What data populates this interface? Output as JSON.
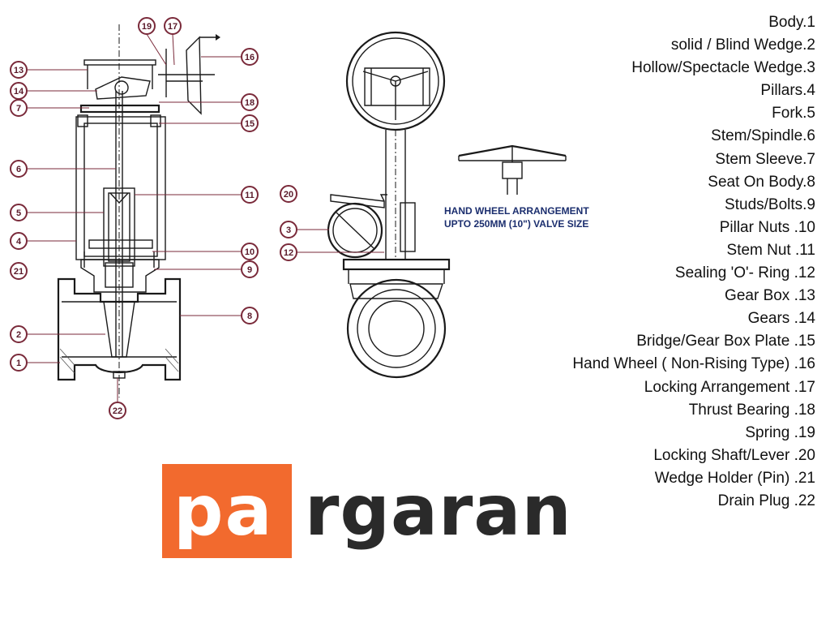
{
  "parts": [
    "Body.1",
    "solid / Blind Wedge.2",
    "Hollow/Spectacle Wedge.3",
    "Pillars.4",
    "Fork.5",
    "Stem/Spindle.6",
    "Stem Sleeve.7",
    "Seat On Body.8",
    "Studs/Bolts.9",
    "Pillar Nuts .10",
    "Stem Nut .11",
    "Sealing 'O'- Ring .12",
    "Gear Box .13",
    "Gears .14",
    "Bridge/Gear Box Plate .15",
    "Hand Wheel ( Non-Rising Type) .16",
    "Locking Arrangement .17",
    "Thrust Bearing .18",
    "Spring .19",
    "Locking Shaft/Lever .20",
    "Wedge Holder (Pin) .21",
    "Drain Plug .22"
  ],
  "callouts": [
    "13",
    "14",
    "7",
    "6",
    "5",
    "4",
    "21",
    "2",
    "1",
    "19",
    "17",
    "16",
    "18",
    "15",
    "11",
    "10",
    "9",
    "8",
    "22",
    "20",
    "3",
    "12"
  ],
  "handwheel_note": {
    "line1": "HAND WHEEL ARRANGEMENT",
    "line2": "UPTO 250MM (10\") VALVE SIZE"
  },
  "logo": {
    "part1": "pa",
    "part2": "rgaran",
    "box_color": "#f26a2e",
    "text_color": "#2a2a2a"
  },
  "colors": {
    "callout_ring": "#7a2a3a",
    "note_text": "#1b2e6e"
  }
}
